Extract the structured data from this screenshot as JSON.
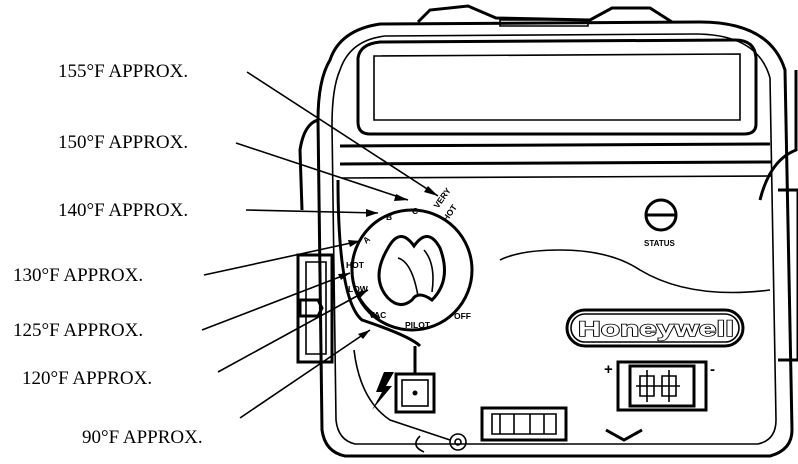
{
  "callouts": [
    {
      "id": "155",
      "text": "155°F APPROX."
    },
    {
      "id": "150",
      "text": "150°F APPROX."
    },
    {
      "id": "140",
      "text": "140°F APPROX."
    },
    {
      "id": "130",
      "text": "130°F APPROX."
    },
    {
      "id": "125",
      "text": "125°F APPROX."
    },
    {
      "id": "120",
      "text": "120°F APPROX."
    },
    {
      "id": "90",
      "text": "90°F APPROX."
    }
  ],
  "dial": {
    "very": "VERY",
    "hot": "HOT",
    "c": "C",
    "b": "B",
    "a": "A",
    "hot_setting": "HOT",
    "low": "LOW",
    "vac": "VAC",
    "pilot": "PILOT",
    "off": "OFF"
  },
  "status_label": "STATUS",
  "brand": "Honeywell",
  "terminal": {
    "plus": "+",
    "minus": "-"
  },
  "icons": {
    "dial": "temperature-dial-knob",
    "status": "status-led-indicator",
    "spark": "lightning-bolt-icon",
    "connector": "electrical-connector"
  }
}
